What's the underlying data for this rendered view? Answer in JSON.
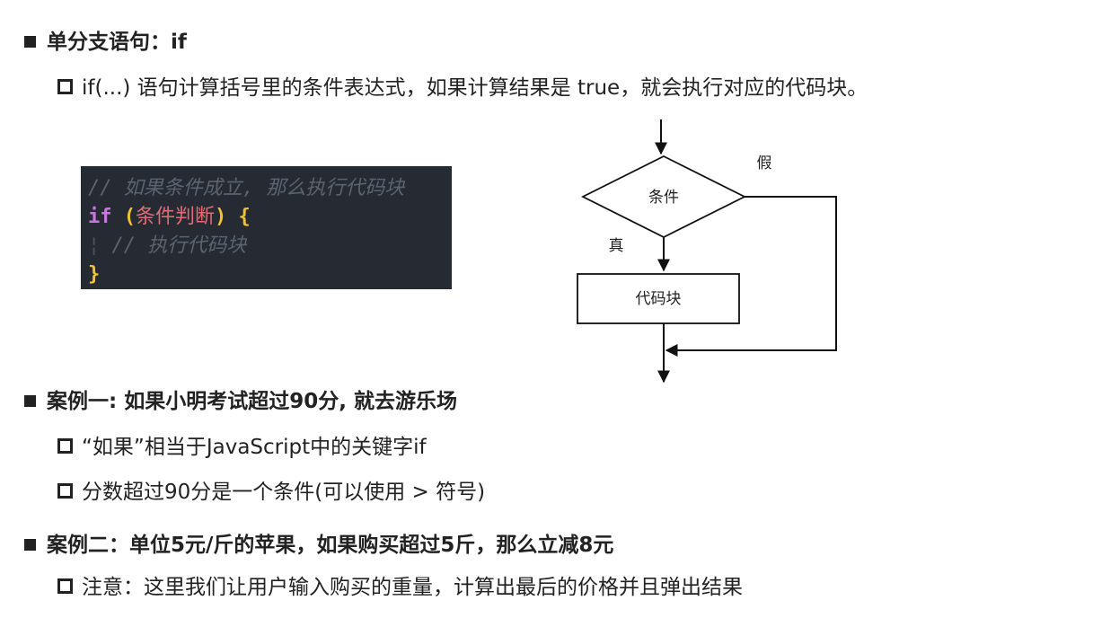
{
  "section1": {
    "heading": "单分支语句：if",
    "bullets": [
      "if(...) 语句计算括号里的条件表达式，如果计算结果是 true，就会执行对应的代码块。"
    ]
  },
  "code": {
    "line1_comment": "// 如果条件成立, 那么执行代码块",
    "line2_kw": "if",
    "line2_open": "(",
    "line2_cond": "条件判断",
    "line2_close": ")",
    "line2_brace": "{",
    "line3_comment": "// 执行代码块",
    "line4_brace": "}"
  },
  "flowchart": {
    "condition": "条件",
    "false_label": "假",
    "true_label": "真",
    "block": "代码块"
  },
  "section2": {
    "heading": "案例一: 如果小明考试超过90分, 就去游乐场",
    "bullets": [
      "“如果”相当于JavaScript中的关键字if",
      "分数超过90分是一个条件(可以使用 > 符号)"
    ]
  },
  "section3": {
    "heading": "案例二：单位5元/斤的苹果，如果购买超过5斤，那么立减8元",
    "bullets": [
      "注意：这里我们让用户输入购买的重量，计算出最后的价格并且弹出结果"
    ]
  },
  "colors": {
    "code_bg": "#262b33",
    "comment": "#5c6370",
    "keyword": "#c678dd",
    "brace": "#f1c232",
    "condition": "#e06c75"
  }
}
